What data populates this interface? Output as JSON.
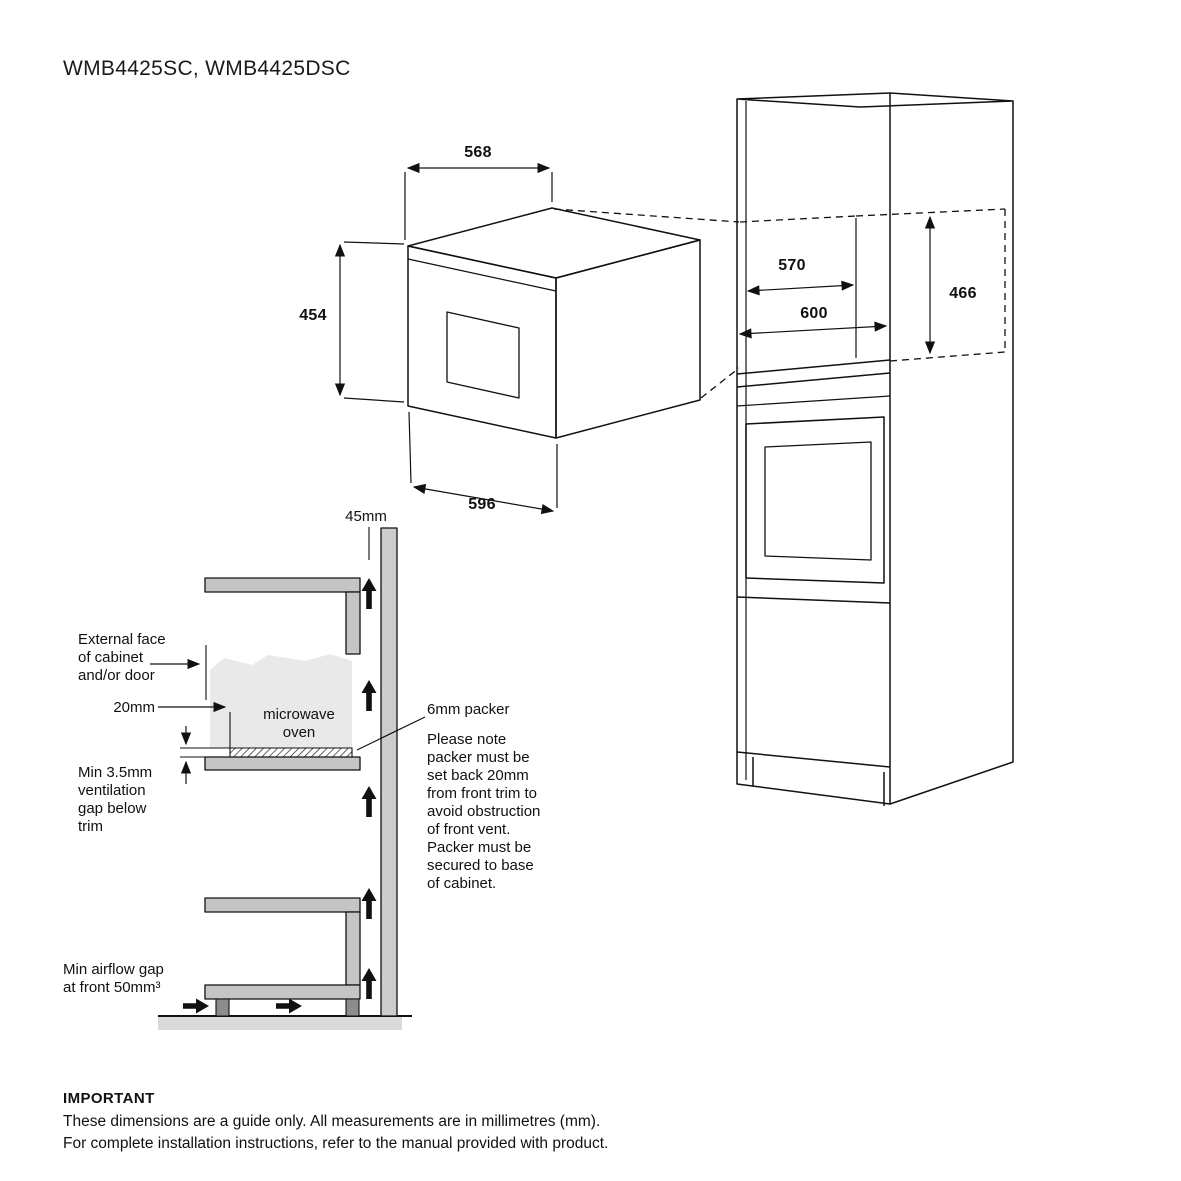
{
  "title": "WMB4425SC, WMB4425DSC",
  "dimensions": {
    "microwave_width": "568",
    "microwave_height": "454",
    "microwave_depth": "596",
    "cavity_depth": "570",
    "cavity_width": "600",
    "cavity_height": "466"
  },
  "section": {
    "wall_gap": "45mm",
    "external_face": "External face\nof cabinet\nand/or door",
    "setback": "20mm",
    "oven_label": "microwave\noven",
    "packer_label": "6mm packer",
    "packer_note": "Please note\npacker must be\nset back 20mm\nfrom front trim to\navoid obstruction\nof front vent.\nPacker must be\nsecured to base\nof cabinet.",
    "vent_gap": "Min 3.5mm\nventilation\ngap below\ntrim",
    "airflow": "Min airflow gap\nat front 50mm³"
  },
  "footer": {
    "heading": "IMPORTANT",
    "line1": "These dimensions are a guide only. All measurements are in millimetres (mm).",
    "line2": "For complete installation instructions, refer to the manual provided with product."
  },
  "colors": {
    "line": "#111111",
    "panel_gray": "#c5c5c5",
    "light_gray": "#e9e9e9"
  }
}
